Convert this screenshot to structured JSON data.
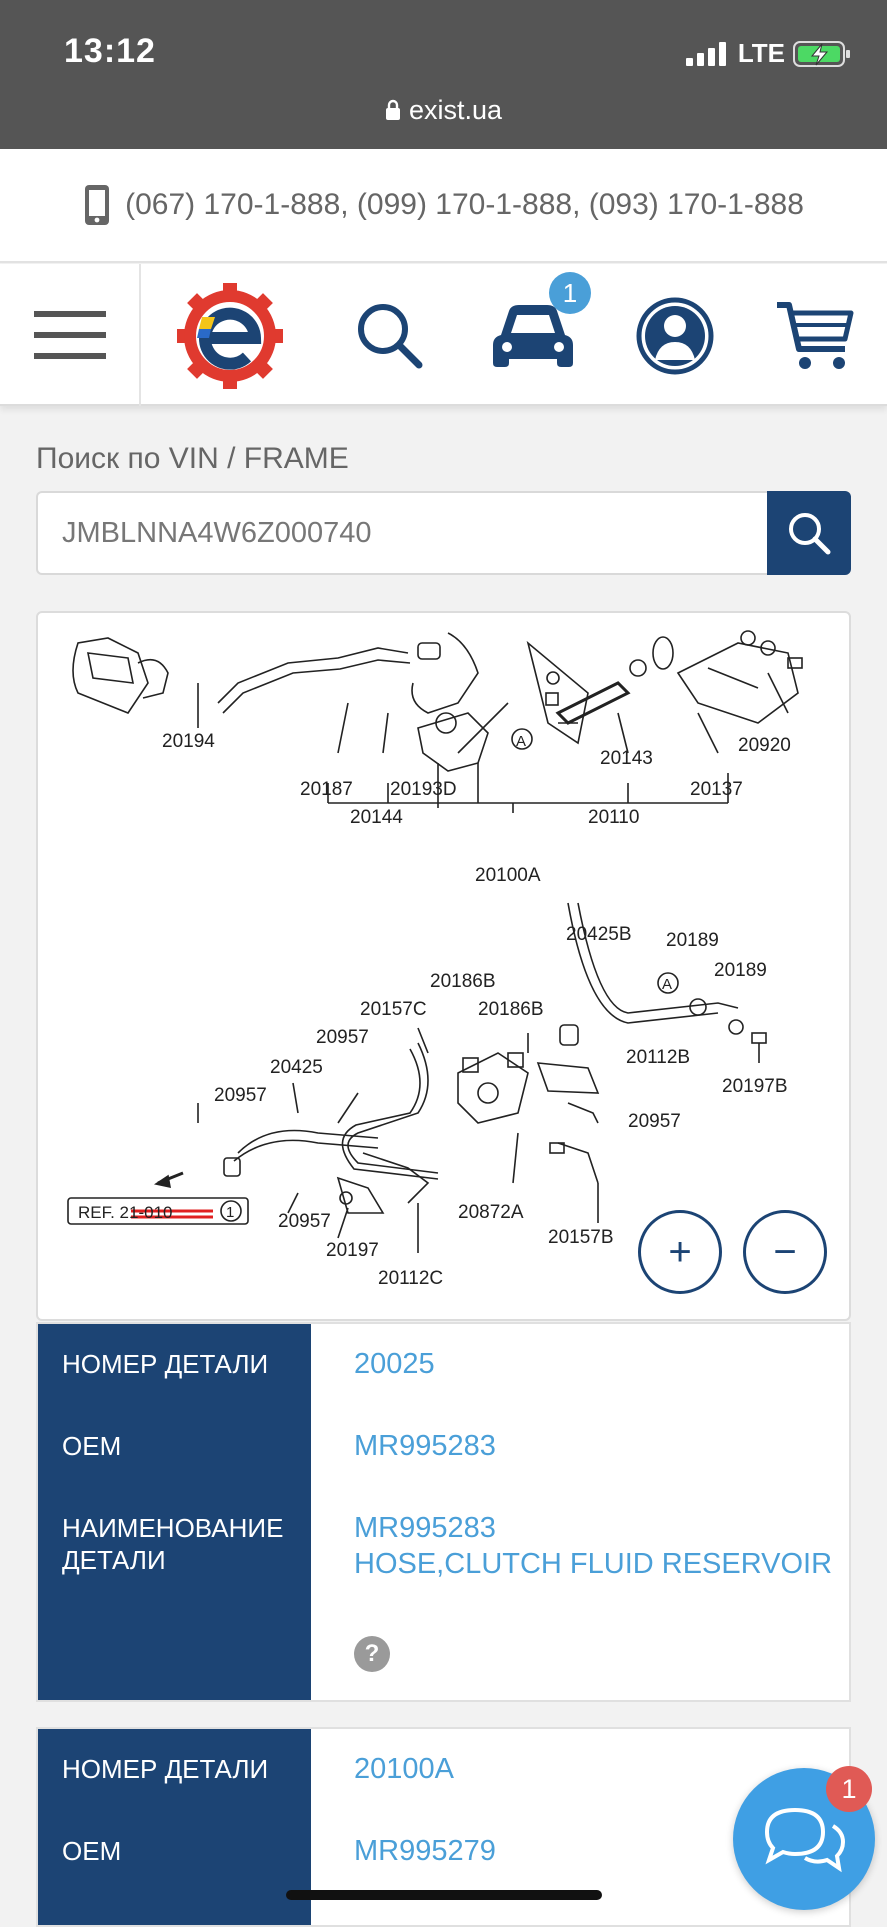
{
  "status": {
    "time": "13:12",
    "network": "LTE",
    "url": "exist.ua"
  },
  "phones": {
    "text": "(067) 170-1-888,  (099) 170-1-888,  (093) 170-1-888"
  },
  "nav": {
    "cart_badge": "1"
  },
  "vin_search": {
    "label": "Поиск по VIN / FRAME",
    "value": "JMBLNNA4W6Z000740"
  },
  "diagram": {
    "top_labels": [
      "20194",
      "20187",
      "20193D",
      "20144",
      "20100A",
      "20143",
      "20110",
      "20137",
      "20920"
    ],
    "bottom_labels": [
      "20425B",
      "20189",
      "20189",
      "20186B",
      "20186B",
      "20157C",
      "20957",
      "20425",
      "20112B",
      "20197B",
      "20957",
      "20957",
      "20957",
      "20872A",
      "20197",
      "20112C",
      "20157B"
    ],
    "callout_a": "A",
    "ref_text": "REF. 21-010",
    "ref_circle": "1",
    "zoom_in": "+",
    "zoom_out": "−"
  },
  "parts": [
    {
      "number_label": "НОМЕР ДЕТАЛИ",
      "number": "20025",
      "oem_label": "OEM",
      "oem": "MR995283",
      "name_label_1": "НАИМЕНОВАНИЕ",
      "name_label_2": "ДЕТАЛИ",
      "name_1": "MR995283",
      "name_2": "HOSE,CLUTCH FLUID RESERVOIR",
      "help": "?"
    },
    {
      "number_label": "НОМЕР ДЕТАЛИ",
      "number": "20100A",
      "oem_label": "OEM",
      "oem": "MR995279"
    }
  ],
  "chat": {
    "badge": "1"
  },
  "colors": {
    "brand_navy": "#1c4474",
    "link_blue": "#4a9fd8",
    "status_gray": "#555555",
    "logo_red": "#e03a2f",
    "logo_yellow": "#f5c518"
  }
}
